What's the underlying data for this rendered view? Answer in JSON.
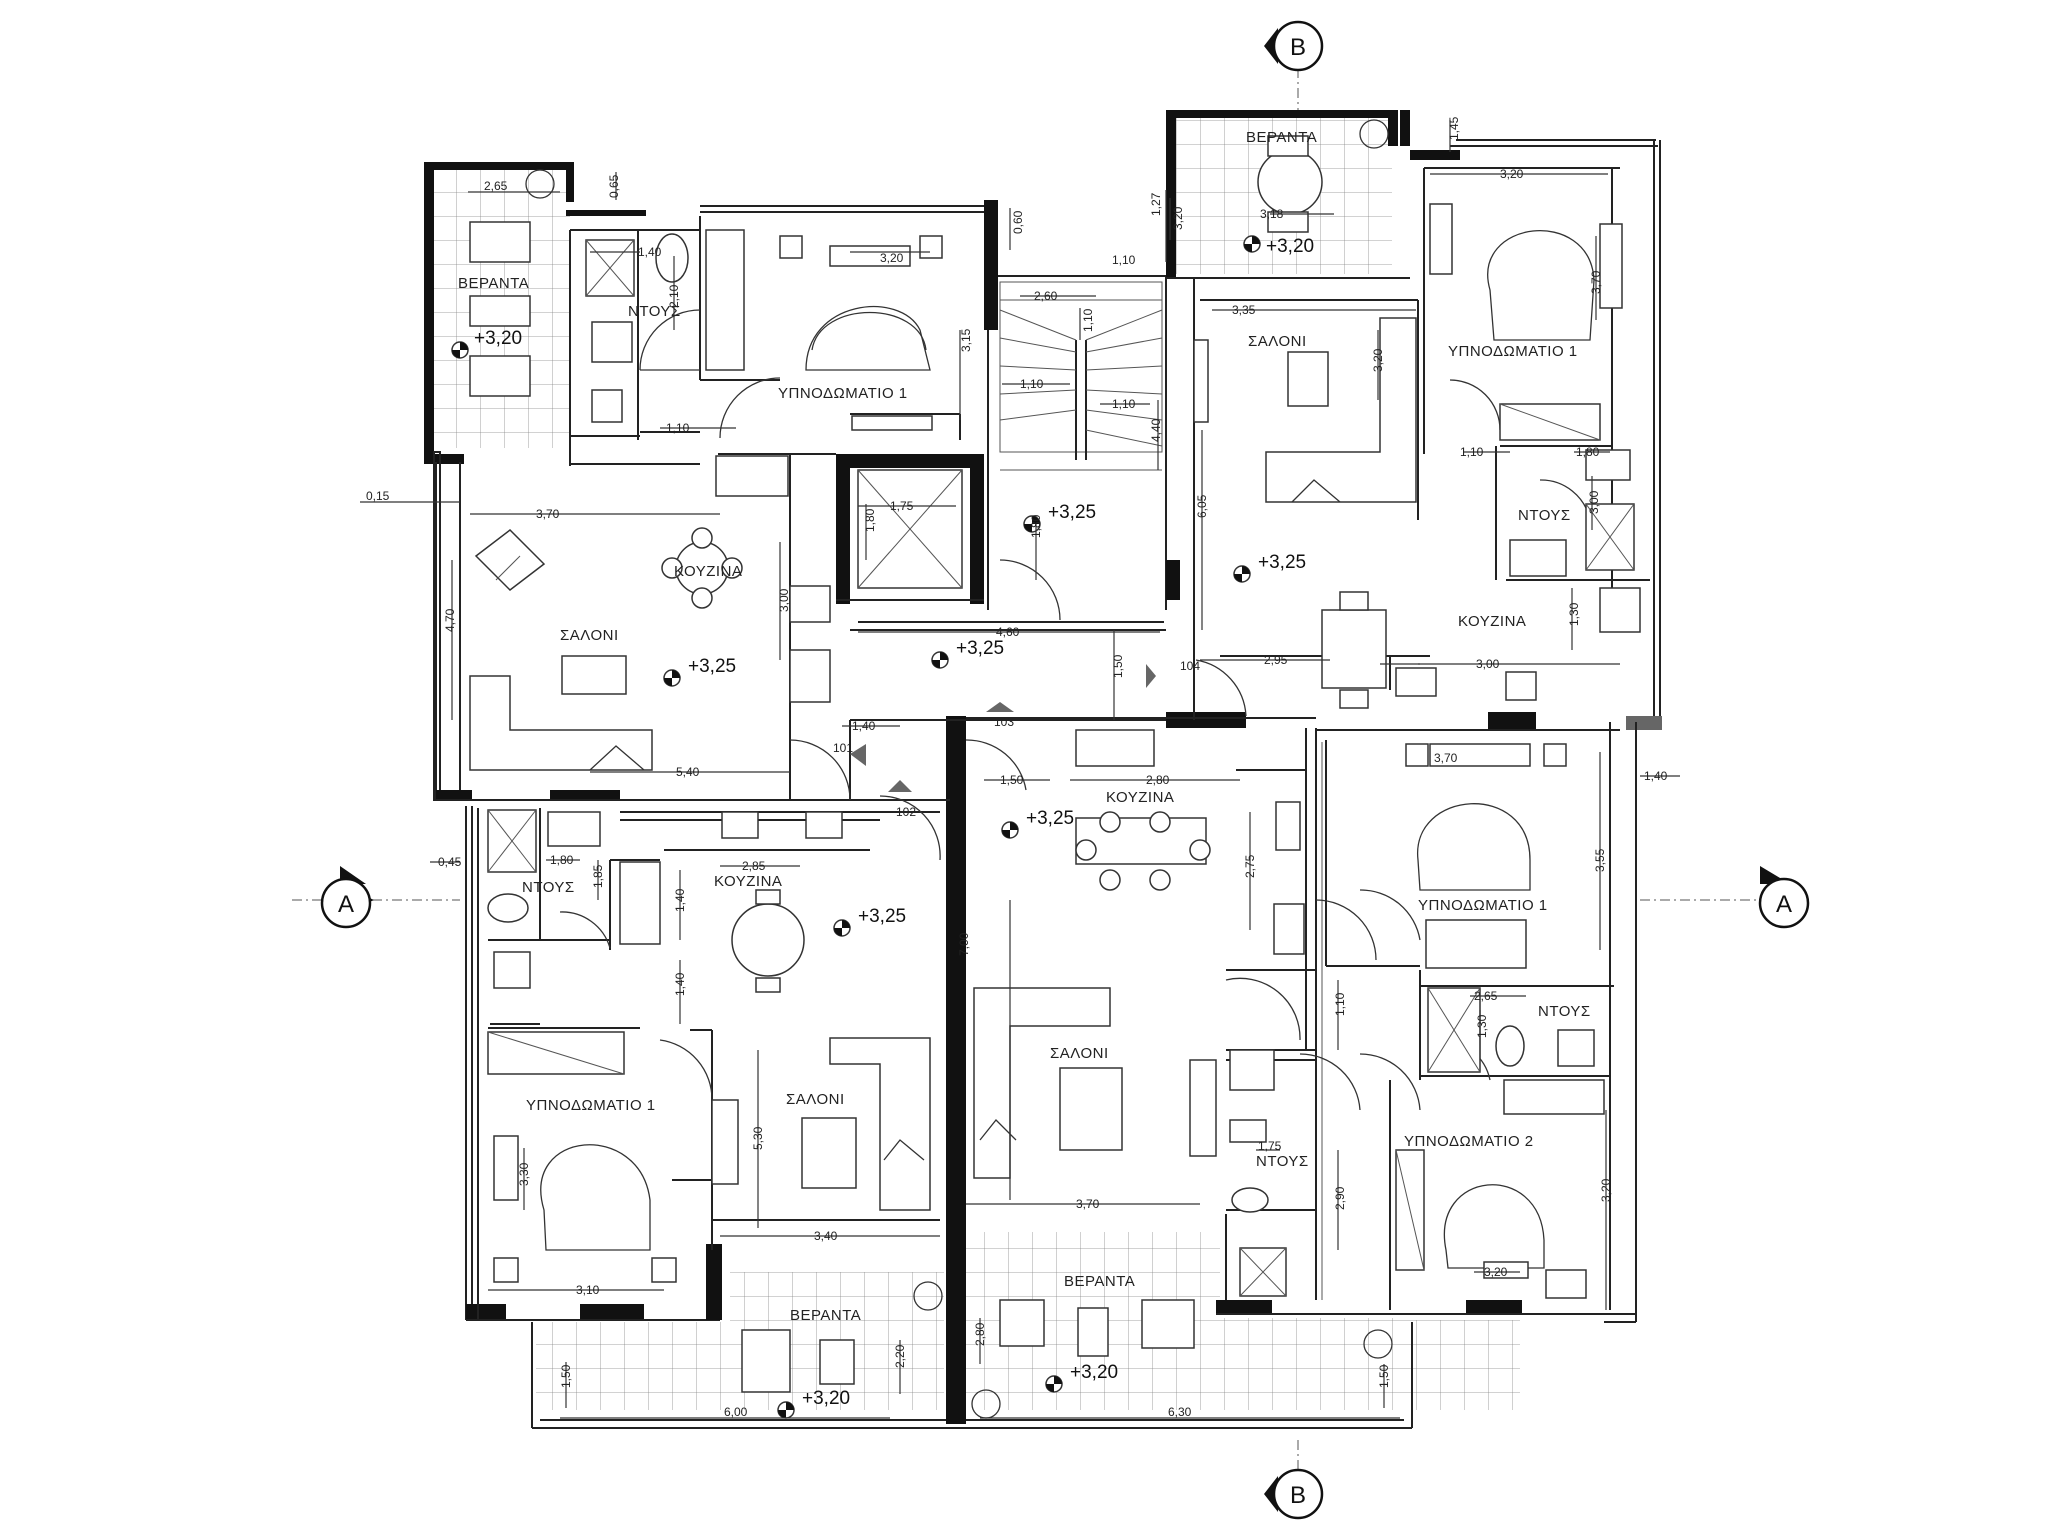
{
  "section_markers": {
    "A": "A",
    "B": "B"
  },
  "rooms": [
    {
      "id": "nw-veranta",
      "label": "ΒΕΡΑΝΤΑ"
    },
    {
      "id": "nw-ntous",
      "label": "ΝΤΟΥΣ"
    },
    {
      "id": "nw-bed1",
      "label": "ΥΠΝΟΔΩΜΑΤΙΟ 1"
    },
    {
      "id": "nw-kitchen",
      "label": "ΚΟΥΖΙΝΑ"
    },
    {
      "id": "nw-saloni",
      "label": "ΣΑΛΟΝΙ"
    },
    {
      "id": "ne-veranta",
      "label": "ΒΕΡΑΝΤΑ"
    },
    {
      "id": "ne-saloni",
      "label": "ΣΑΛΟΝΙ"
    },
    {
      "id": "ne-bed1",
      "label": "ΥΠΝΟΔΩΜΑΤΙΟ 1"
    },
    {
      "id": "ne-ntous",
      "label": "ΝΤΟΥΣ"
    },
    {
      "id": "ne-kitchen",
      "label": "ΚΟΥΖΙΝΑ"
    },
    {
      "id": "sw-ntous",
      "label": "ΝΤΟΥΣ"
    },
    {
      "id": "sw-kitchen",
      "label": "ΚΟΥΖΙΝΑ"
    },
    {
      "id": "sw-bed1",
      "label": "ΥΠΝΟΔΩΜΑΤΙΟ 1"
    },
    {
      "id": "sw-saloni",
      "label": "ΣΑΛΟΝΙ"
    },
    {
      "id": "sw-veranta",
      "label": "ΒΕΡΑΝΤΑ"
    },
    {
      "id": "se-kitchen",
      "label": "ΚΟΥΖΙΝΑ"
    },
    {
      "id": "se-saloni",
      "label": "ΣΑΛΟΝΙ"
    },
    {
      "id": "se-bed1",
      "label": "ΥΠΝΟΔΩΜΑΤΙΟ 1"
    },
    {
      "id": "se-ntous-a",
      "label": "ΝΤΟΥΣ"
    },
    {
      "id": "se-ntous-b",
      "label": "ΝΤΟΥΣ"
    },
    {
      "id": "se-bed2",
      "label": "ΥΠΝΟΔΩΜΑΤΙΟ 2"
    },
    {
      "id": "s-veranta",
      "label": "ΒΕΡΑΝΤΑ"
    }
  ],
  "levels": [
    {
      "id": "l1",
      "value": "+3,20"
    },
    {
      "id": "l2",
      "value": "+3,25"
    },
    {
      "id": "l3",
      "value": "+3,25"
    },
    {
      "id": "l4",
      "value": "+3,25"
    },
    {
      "id": "l5",
      "value": "+3,25"
    },
    {
      "id": "l6",
      "value": "+3,25"
    },
    {
      "id": "l7",
      "value": "+3,25"
    },
    {
      "id": "l8",
      "value": "+3,20"
    },
    {
      "id": "l9",
      "value": "+3,20"
    },
    {
      "id": "l10",
      "value": "+3,20"
    }
  ],
  "doors": [
    "101",
    "102",
    "103",
    "104"
  ],
  "dimensions": {
    "d1": "2,65",
    "d2": "0,65",
    "d3": "1,40",
    "d4": "2,10",
    "d5": "3,20",
    "d6": "0,60",
    "d7": "3,15",
    "d8": "1,27",
    "d9": "2,60",
    "d10": "1,10",
    "d11": "1,10",
    "d12": "1,10",
    "d13": "4,40",
    "d14": "1,10",
    "d15": "1,10",
    "d16": "3,20",
    "d17": "3,35",
    "d18": "3,20",
    "d19": "3,18",
    "d20": "3,20",
    "d21": "3,70",
    "d22": "1,45",
    "d23": "0,15",
    "d24": "3,70",
    "d25": "4,70",
    "d26": "1,75",
    "d27": "1,80",
    "d28": "3,00",
    "d29": "6,05",
    "d30": "1,80",
    "d31": "1,10",
    "d32": "1,30",
    "d33": "4,60",
    "d34": "1,50",
    "d35": "2,95",
    "d36": "3,00",
    "d37": "1,40",
    "d38": "5,40",
    "d39": "1,50",
    "d40": "2,80",
    "d41": "3,70",
    "d42": "3,55",
    "d43": "1,40",
    "d44": "0,45",
    "d45": "1,80",
    "d46": "1,85",
    "d47": "2,85",
    "d48": "1,40",
    "d49": "1,40",
    "d50": "2,75",
    "d51": "7,00",
    "d52": "1,10",
    "d53": "2,65",
    "d54": "1,30",
    "d55": "5,30",
    "d56": "3,30",
    "d57": "1,75",
    "d58": "2,90",
    "d59": "3,20",
    "d60": "3,40",
    "d61": "3,10",
    "d62": "3,70",
    "d63": "3,20",
    "d64": "2,20",
    "d65": "2,80",
    "d66": "1,50",
    "d67": "1,50",
    "d68": "6,00",
    "d69": "6,30"
  }
}
